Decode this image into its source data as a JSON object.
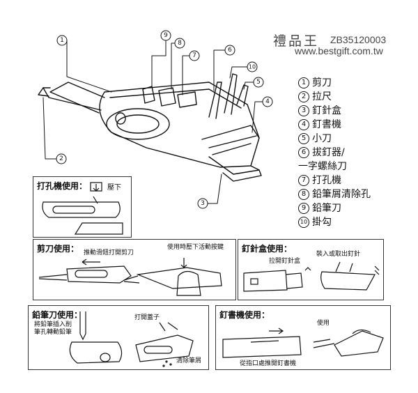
{
  "brand": {
    "name_zh": "禮品王",
    "code": "ZB35120003",
    "url": "www.bestgift.com.tw"
  },
  "callouts": [
    "1",
    "2",
    "3",
    "4",
    "5",
    "6",
    "7",
    "8",
    "9",
    "10"
  ],
  "legend": [
    {
      "num": "1",
      "label": "剪刀"
    },
    {
      "num": "2",
      "label": "拉尺"
    },
    {
      "num": "3",
      "label": "釘針盒"
    },
    {
      "num": "4",
      "label": "釘書機"
    },
    {
      "num": "5",
      "label": "小刀"
    },
    {
      "num": "6",
      "label": "拔釘器/"
    },
    {
      "num": "",
      "label": "一字螺絲刀"
    },
    {
      "num": "7",
      "label": "打孔機"
    },
    {
      "num": "8",
      "label": "鉛筆屑清除孔"
    },
    {
      "num": "9",
      "label": "鉛筆刀"
    },
    {
      "num": "10",
      "label": "掛勾"
    }
  ],
  "panels": {
    "punch": {
      "title": "打孔機使用：",
      "press_label": "壓下"
    },
    "scissors": {
      "title": "剪刀使用：",
      "note_slide": "推動滑鈕打開剪刀",
      "note_press": "使用時壓下活動按鍵"
    },
    "staple_box": {
      "title": "釘針盒使用：",
      "note_open": "拉開釘針盒",
      "note_load": "裝入或取出釘針"
    },
    "pencil": {
      "title": "鉛筆刀使用：",
      "note_insert_1": "將鉛筆插入削",
      "note_insert_2": "筆孔轉動鉛筆",
      "note_cover": "打開蓋子",
      "note_clean": "清除筆屑"
    },
    "stapler": {
      "title": "釘書機使用：",
      "note_use": "使用",
      "note_push": "從指口處推開釘書機"
    }
  }
}
